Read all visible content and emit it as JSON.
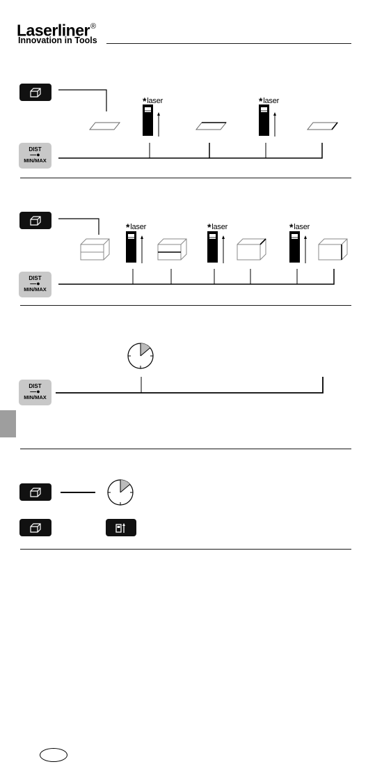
{
  "header": {
    "brand": "Laserliner",
    "registered_mark": "®",
    "tagline": "Innovation in Tools"
  },
  "buttons": {
    "dist_line1": "DIST",
    "dist_line2": "MIN/MAX"
  },
  "diagram_labels": {
    "laser": "laser",
    "star": "*"
  },
  "icons": {
    "area_volume_key": "area-volume-icon",
    "area": "parallelogram-area-icon",
    "volume": "cube-volume-icon",
    "device": "rangefinder-device-icon",
    "timer": "timer-clock-icon",
    "device_key": "device-reference-icon"
  },
  "colors": {
    "key_button": "#111111",
    "dist_button": "#c8c8c8",
    "tab_marker": "#9e9e9e"
  }
}
